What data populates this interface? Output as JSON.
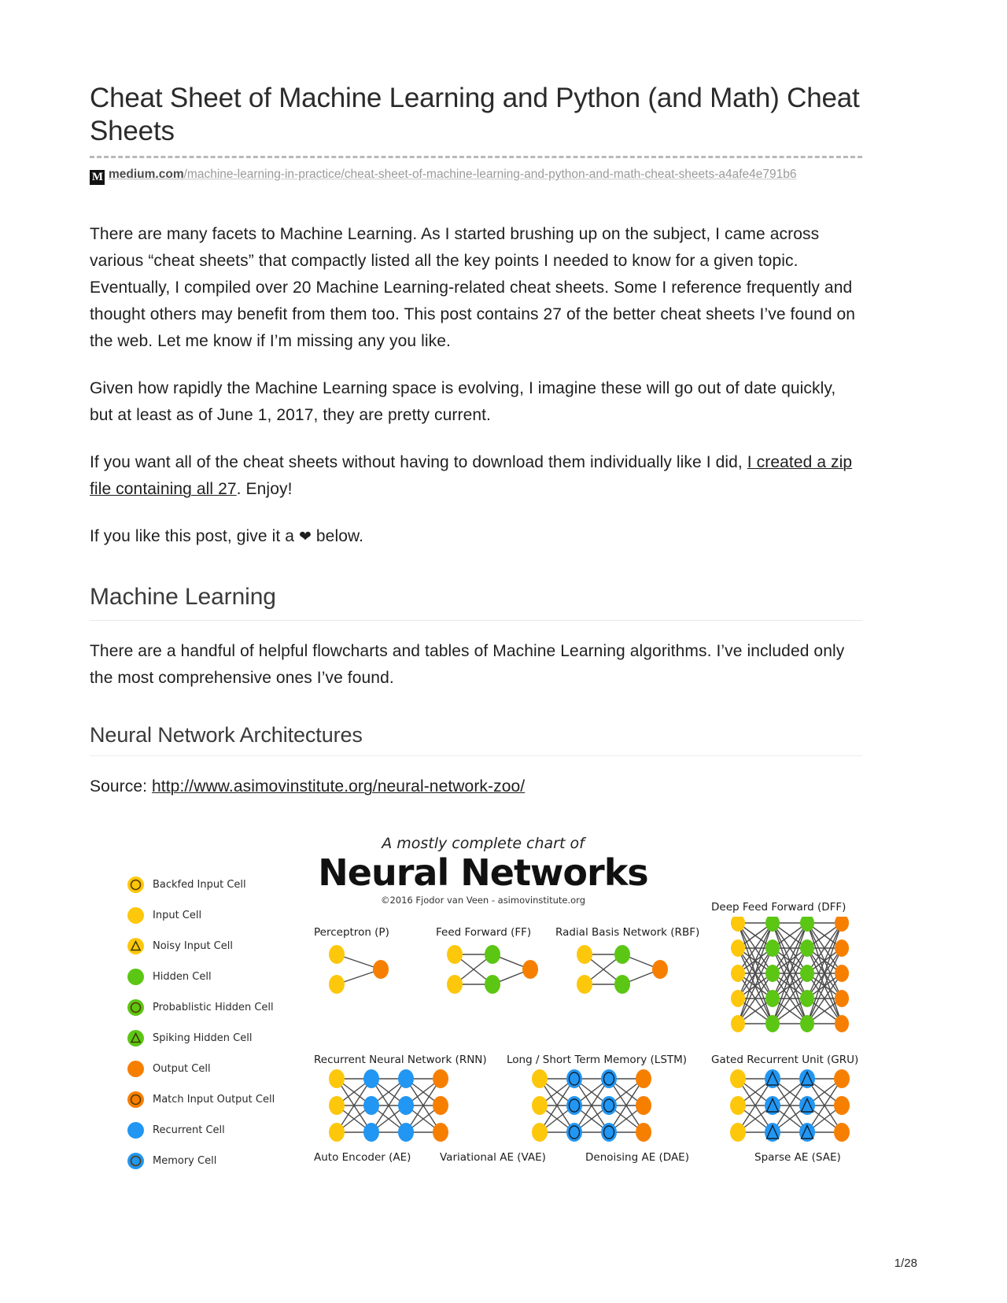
{
  "document": {
    "title": "Cheat Sheet of Machine Learning and Python (and Math) Cheat Sheets",
    "page_number": "1/28",
    "source": {
      "logo_letter": "M",
      "domain": "medium.com",
      "path": "/machine-learning-in-practice/cheat-sheet-of-machine-learning-and-python-and-math-cheat-sheets-a4afe4e791b6"
    }
  },
  "body": {
    "paragraph_1": "There are many facets to Machine Learning. As I started brushing up on the subject, I came across various “cheat sheets” that compactly listed all the key points I needed to know for a given topic. Eventually, I compiled over 20 Machine Learning-related cheat sheets. Some I reference frequently and thought others may benefit from them too. This post contains 27 of the better cheat sheets I’ve found on the web. Let me know if I’m missing any you like.",
    "paragraph_2": "Given how rapidly the Machine Learning space is evolving, I imagine these will go out of date quickly, but at least as of June 1, 2017, they are pretty current.",
    "paragraph_3_lead": "If you want all of the cheat sheets without having to download them individually like I did, ",
    "paragraph_3_link": "I created a zip file containing all 27",
    "paragraph_3_tail": ". Enjoy!",
    "paragraph_4_lead": "If you like this post, give it a ",
    "paragraph_4_heart": "❤",
    "paragraph_4_tail": " below."
  },
  "sections": {
    "machine_learning": {
      "heading": "Machine Learning",
      "paragraph": "There are a handful of helpful flowcharts and tables of Machine Learning algorithms. I’ve included only the most comprehensive ones I’ve found."
    },
    "neural_network_architectures": {
      "heading": "Neural Network Architectures",
      "source_label": "Source: ",
      "source_url": "http://www.asimovinstitute.org/neural-network-zoo/"
    }
  },
  "figure": {
    "kicker": "A mostly complete chart of",
    "title": "Neural Networks",
    "credit": "©2016 Fjodor van Veen - asimovinstitute.org",
    "colors": {
      "yellow": "#fdc70c",
      "green": "#5cc614",
      "orange": "#f77f00",
      "blue": "#2196f3",
      "edge": "#4a4a4a"
    },
    "legend": [
      {
        "label": "Backfed Input Cell",
        "color": "#fdc70c",
        "glyph": "ring"
      },
      {
        "label": "Input Cell",
        "color": "#fdc70c",
        "glyph": "solid"
      },
      {
        "label": "Noisy Input Cell",
        "color": "#fdc70c",
        "glyph": "triangle"
      },
      {
        "label": "Hidden Cell",
        "color": "#5cc614",
        "glyph": "solid"
      },
      {
        "label": "Probablistic Hidden Cell",
        "color": "#5cc614",
        "glyph": "ring"
      },
      {
        "label": "Spiking Hidden Cell",
        "color": "#5cc614",
        "glyph": "triangle"
      },
      {
        "label": "Output Cell",
        "color": "#f77f00",
        "glyph": "solid"
      },
      {
        "label": "Match Input Output Cell",
        "color": "#f77f00",
        "glyph": "ring"
      },
      {
        "label": "Recurrent Cell",
        "color": "#2196f3",
        "glyph": "solid"
      },
      {
        "label": "Memory Cell",
        "color": "#2196f3",
        "glyph": "ring"
      }
    ],
    "networks": [
      {
        "label": "Perceptron (P)"
      },
      {
        "label": "Feed Forward (FF)"
      },
      {
        "label": "Radial Basis Network (RBF)"
      },
      {
        "label": "Deep Feed Forward (DFF)"
      },
      {
        "label": "Recurrent Neural Network (RNN)"
      },
      {
        "label": "Long / Short Term Memory (LSTM)"
      },
      {
        "label": "Gated Recurrent Unit (GRU)"
      },
      {
        "label": "Auto Encoder (AE)"
      },
      {
        "label": "Variational AE (VAE)"
      },
      {
        "label": "Denoising AE (DAE)"
      },
      {
        "label": "Sparse AE (SAE)"
      }
    ]
  }
}
